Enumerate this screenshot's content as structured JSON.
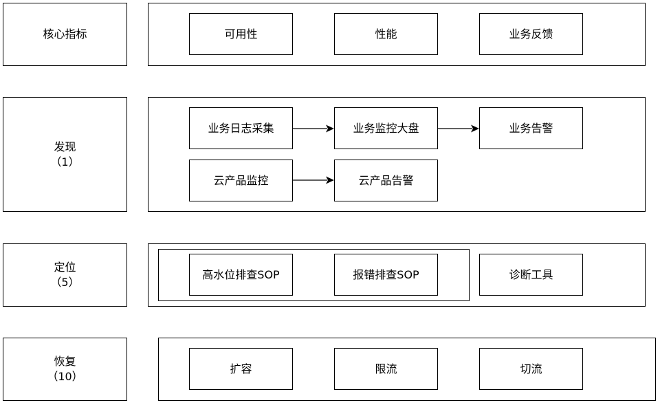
{
  "stages": {
    "core_metrics": {
      "label": "核心指标"
    },
    "discovery": {
      "label": "发现",
      "count": "（1）"
    },
    "localization": {
      "label": "定位",
      "count": "（5）"
    },
    "recovery": {
      "label": "恢复",
      "count": "（10）"
    }
  },
  "core_metrics_items": [
    "可用性",
    "性能",
    "业务反馈"
  ],
  "discovery_items": {
    "log_collection": "业务日志采集",
    "dashboard": "业务监控大盘",
    "business_alert": "业务告警",
    "cloud_monitor": "云产品监控",
    "cloud_alert": "云产品告警"
  },
  "localization_items": [
    "高水位排查SOP",
    "报错排查SOP",
    "诊断工具"
  ],
  "recovery_items": [
    "扩容",
    "限流",
    "切流"
  ]
}
